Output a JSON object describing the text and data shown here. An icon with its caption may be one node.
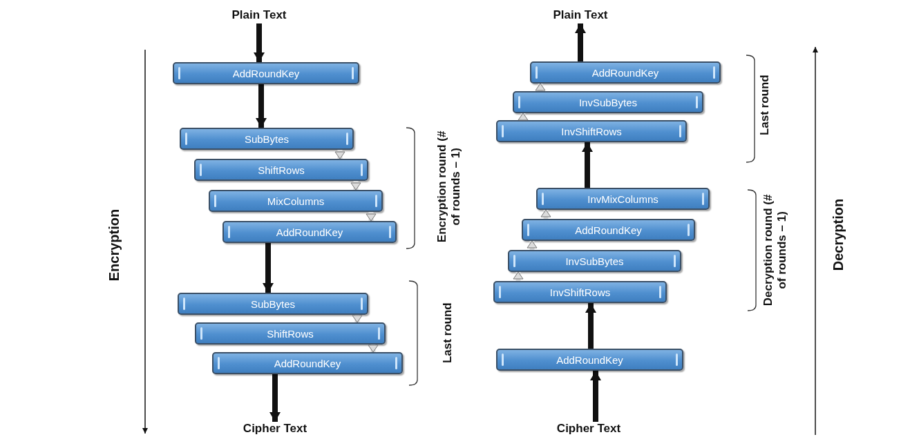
{
  "diagram": {
    "nodes": [
      {
        "text": [
          "Plain Text"
        ]
      },
      {
        "text": [
          "AddRoundKey"
        ]
      },
      {
        "text": [
          "SubBytes"
        ]
      },
      {
        "text": [
          "ShiftRows"
        ]
      },
      {
        "text": [
          "MixColumns"
        ]
      },
      {
        "text": [
          "AddRoundKey"
        ]
      },
      {
        "text": [
          "SubBytes"
        ]
      },
      {
        "text": [
          "ShiftRows"
        ]
      },
      {
        "text": [
          "AddRoundKey"
        ]
      },
      {
        "text": [
          "Cipher Text"
        ]
      },
      {
        "text": [
          "Plain Text"
        ]
      },
      {
        "text": [
          "AddRoundKey"
        ]
      },
      {
        "text": [
          "InvSubBytes"
        ]
      },
      {
        "text": [
          "InvShiftRows"
        ]
      },
      {
        "text": [
          "InvMixColumns"
        ]
      },
      {
        "text": [
          "AddRoundKey"
        ]
      },
      {
        "text": [
          "InvSubBytes"
        ]
      },
      {
        "text": [
          "InvShiftRows"
        ]
      },
      {
        "text": [
          "AddRoundKey"
        ]
      },
      {
        "text": [
          "Cipher Text"
        ]
      }
    ],
    "edges": [
      {
        "from": 0,
        "to": 1,
        "arrow": "to",
        "color": "#111111"
      },
      {
        "from": 1,
        "to": 2,
        "arrow": "to",
        "color": "#111111"
      },
      {
        "from": 2,
        "to": 3,
        "arrow": "to",
        "color": "#dcdcdc"
      },
      {
        "from": 3,
        "to": 4,
        "arrow": "to",
        "color": "#dcdcdc"
      },
      {
        "from": 4,
        "to": 5,
        "arrow": "to",
        "color": "#dcdcdc"
      },
      {
        "from": 5,
        "to": 6,
        "arrow": "to",
        "color": "#111111"
      },
      {
        "from": 6,
        "to": 7,
        "arrow": "to",
        "color": "#dcdcdc"
      },
      {
        "from": 7,
        "to": 8,
        "arrow": "to",
        "color": "#dcdcdc"
      },
      {
        "from": 8,
        "to": 9,
        "arrow": "to",
        "color": "#111111"
      },
      {
        "from": 19,
        "to": 18,
        "arrow": "to",
        "color": "#111111"
      },
      {
        "from": 18,
        "to": 17,
        "arrow": "to",
        "color": "#111111"
      },
      {
        "from": 17,
        "to": 16,
        "arrow": "to",
        "color": "#dcdcdc"
      },
      {
        "from": 16,
        "to": 15,
        "arrow": "to",
        "color": "#dcdcdc"
      },
      {
        "from": 15,
        "to": 14,
        "arrow": "to",
        "color": "#dcdcdc"
      },
      {
        "from": 14,
        "to": 13,
        "arrow": "to",
        "color": "#111111"
      },
      {
        "from": 13,
        "to": 12,
        "arrow": "to",
        "color": "#dcdcdc"
      },
      {
        "from": 12,
        "to": 11,
        "arrow": "to",
        "color": "#dcdcdc"
      },
      {
        "from": 11,
        "to": 10,
        "arrow": "to",
        "color": "#111111"
      }
    ],
    "labels": [
      "Encryption",
      "Encryption round (# of rounds – 1)",
      "Last round",
      "Last round",
      "Decryption round (# of rounds – 1)",
      "Decryption"
    ]
  }
}
